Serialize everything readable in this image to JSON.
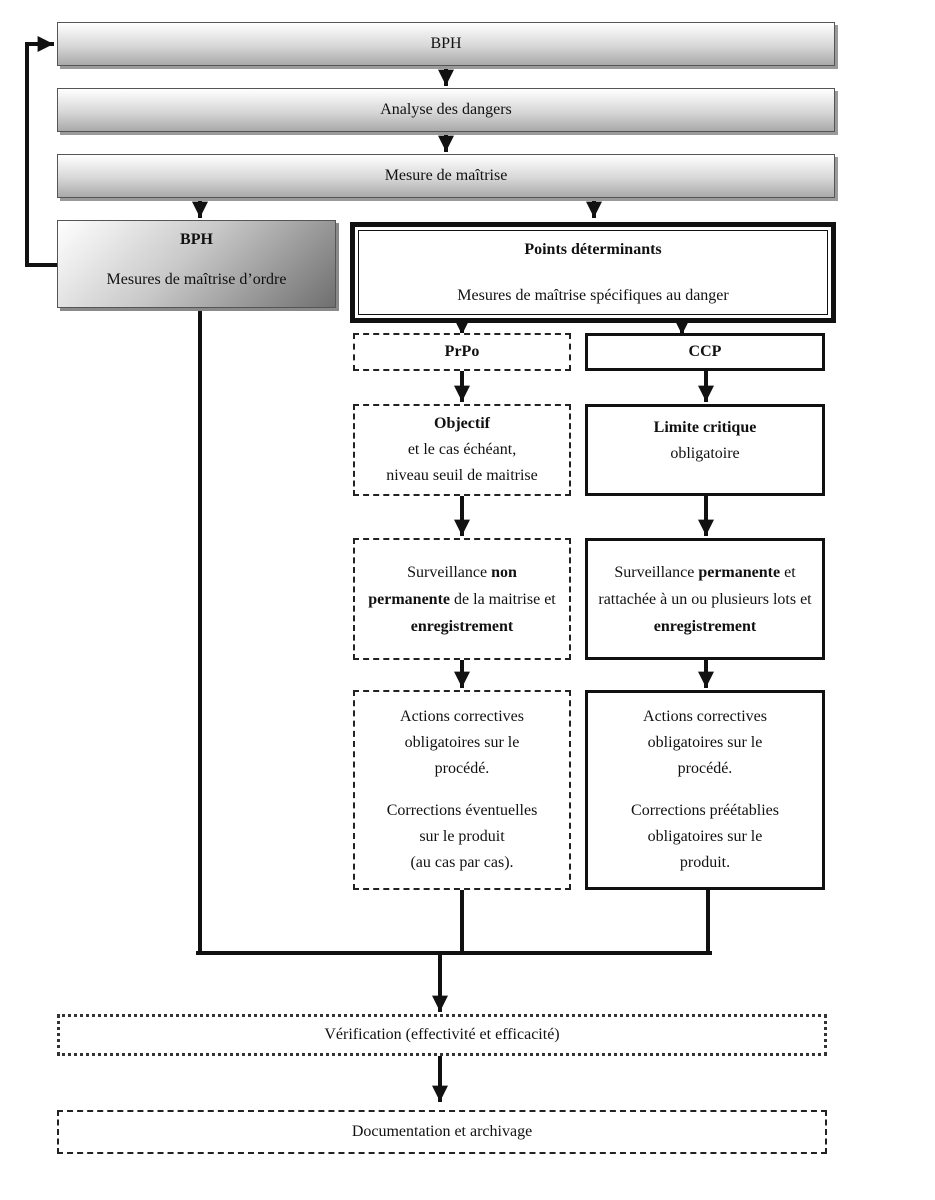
{
  "boxes": {
    "bph_top": "BPH",
    "analyse": "Analyse des dangers",
    "mesure": "Mesure de maîtrise",
    "bph_left_title": "BPH",
    "bph_left_sub": "Mesures de maîtrise d’ordre",
    "points_title": "Points déterminants",
    "points_sub": "Mesures de maîtrise spécifiques au danger",
    "prpo": "PrPo",
    "ccp": "CCP",
    "objectif_title": "Objectif",
    "objectif_l1": "et le cas échéant,",
    "objectif_l2": "niveau seuil de maitrise",
    "limite_title": "Limite critique",
    "limite_sub": "obligatoire",
    "surv_nonperm": {
      "p1": "Surveillance ",
      "b1": "non permanente",
      "p2": " de la maitrise et ",
      "b2": "enregistrement"
    },
    "surv_perm": {
      "p1": "Surveillance ",
      "b1": "permanente",
      "p2": " et rattachée à un ou plusieurs lots et ",
      "b2": "enregistrement"
    },
    "actions_prpo": {
      "l1": "Actions correctives",
      "l2": "obligatoires sur le",
      "l3": "procédé.",
      "l4": "Corrections éventuelles",
      "l5": "sur le produit",
      "l6": "(au cas par cas)."
    },
    "actions_ccp": {
      "l1": "Actions correctives",
      "l2": "obligatoires sur le",
      "l3": "procédé.",
      "l4": "Corrections préétablies",
      "l5": "obligatoires sur le",
      "l6": "produit."
    },
    "verification": "Vérification (effectivité et efficacité)",
    "documentation": "Documentation et archivage"
  }
}
